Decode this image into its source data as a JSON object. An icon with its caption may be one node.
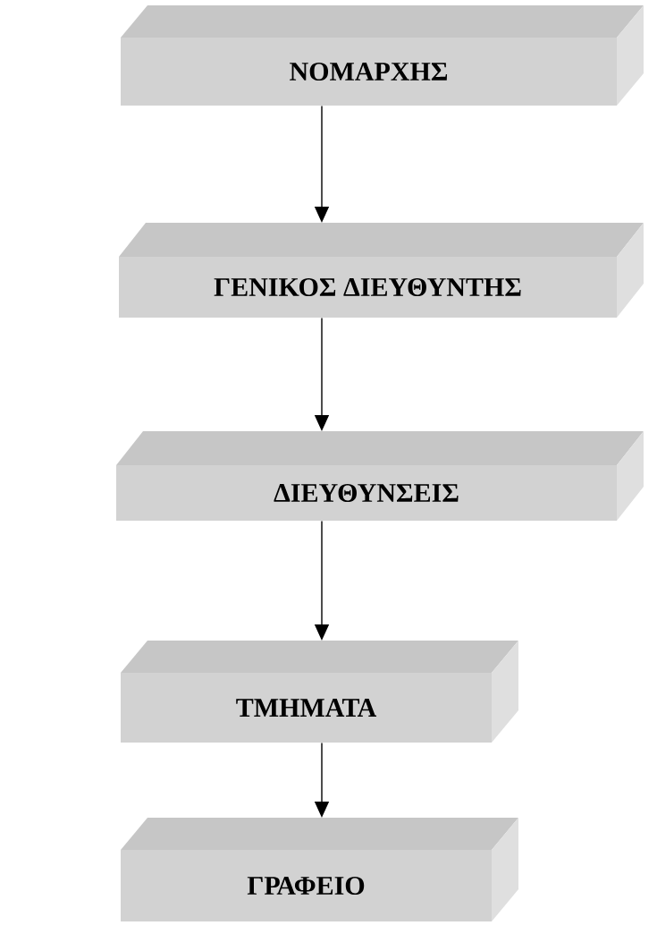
{
  "diagram": {
    "nodes": [
      {
        "text": [
          "ΝΟΜΑΡΧΗΣ"
        ]
      },
      {
        "text": [
          "ΓΕΝΙΚΟΣ ΔΙΕΥΘΥΝΤΗΣ"
        ]
      },
      {
        "text": [
          "ΔΙΕΥΘΥΝΣΕΙΣ"
        ]
      },
      {
        "text": [
          "ΤΜΗΜΑΤΑ"
        ]
      },
      {
        "text": [
          "ΓΡΑΦΕΙΟ"
        ]
      }
    ],
    "edges": [
      {
        "from": 0,
        "to": 1,
        "arrow": "to"
      },
      {
        "from": 1,
        "to": 2,
        "arrow": "to"
      },
      {
        "from": 2,
        "to": 3,
        "arrow": "to"
      },
      {
        "from": 3,
        "to": 4,
        "arrow": "to"
      }
    ]
  }
}
